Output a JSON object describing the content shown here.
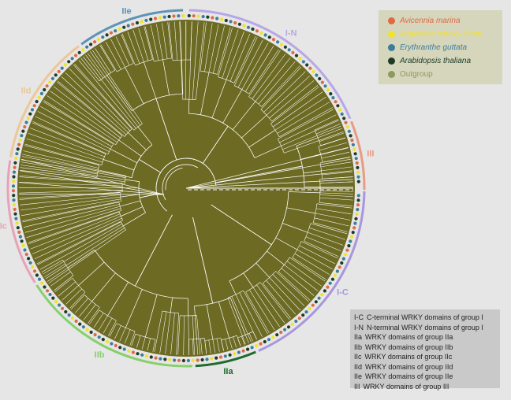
{
  "colors": {
    "background": "#e6e6e6",
    "tree_fill": "#6c6a23",
    "branch": "#ffffff"
  },
  "clades": [
    {
      "label": "I-N",
      "color": "#b8a6e6"
    },
    {
      "label": "III",
      "color": "#ea9a82"
    },
    {
      "label": "I-C",
      "color": "#a896dd"
    },
    {
      "label": "IIa",
      "color": "#1e6b2a"
    },
    {
      "label": "IIb",
      "color": "#86d06a"
    },
    {
      "label": "IIc",
      "color": "#e7a3b6"
    },
    {
      "label": "IId",
      "color": "#ecc79a"
    },
    {
      "label": "IIe",
      "color": "#5e93b5"
    }
  ],
  "species_legend": [
    {
      "label": "Avicennia marina",
      "color": "#e06a43",
      "italic": true
    },
    {
      "label": "Aegiceras corniculatum",
      "color": "#f1e22a",
      "italic": true
    },
    {
      "label": "Erythranthe guttata",
      "color": "#3e7d99",
      "italic": true
    },
    {
      "label": "Arabidopsis thaliana",
      "color": "#1f3a26",
      "italic": true
    },
    {
      "label": "Outgroup",
      "color": "#8c9a5e",
      "italic": false
    }
  ],
  "abbreviations": [
    {
      "code": "I-C",
      "text": "C-terminal WRKY domains of group I"
    },
    {
      "code": "I-N",
      "text": "N-terminal WRKY domains of group I"
    },
    {
      "code": "IIa",
      "text": "WRKY domains of group IIa"
    },
    {
      "code": "IIb",
      "text": "WRKY domains of group IIb"
    },
    {
      "code": "IIc",
      "text": "WRKY domains of group IIc"
    },
    {
      "code": "IId",
      "text": "WRKY domains of group IId"
    },
    {
      "code": "IIe",
      "text": "WRKY domains of group IIe"
    },
    {
      "code": "III",
      "text": "WRKY domains of group III"
    }
  ]
}
